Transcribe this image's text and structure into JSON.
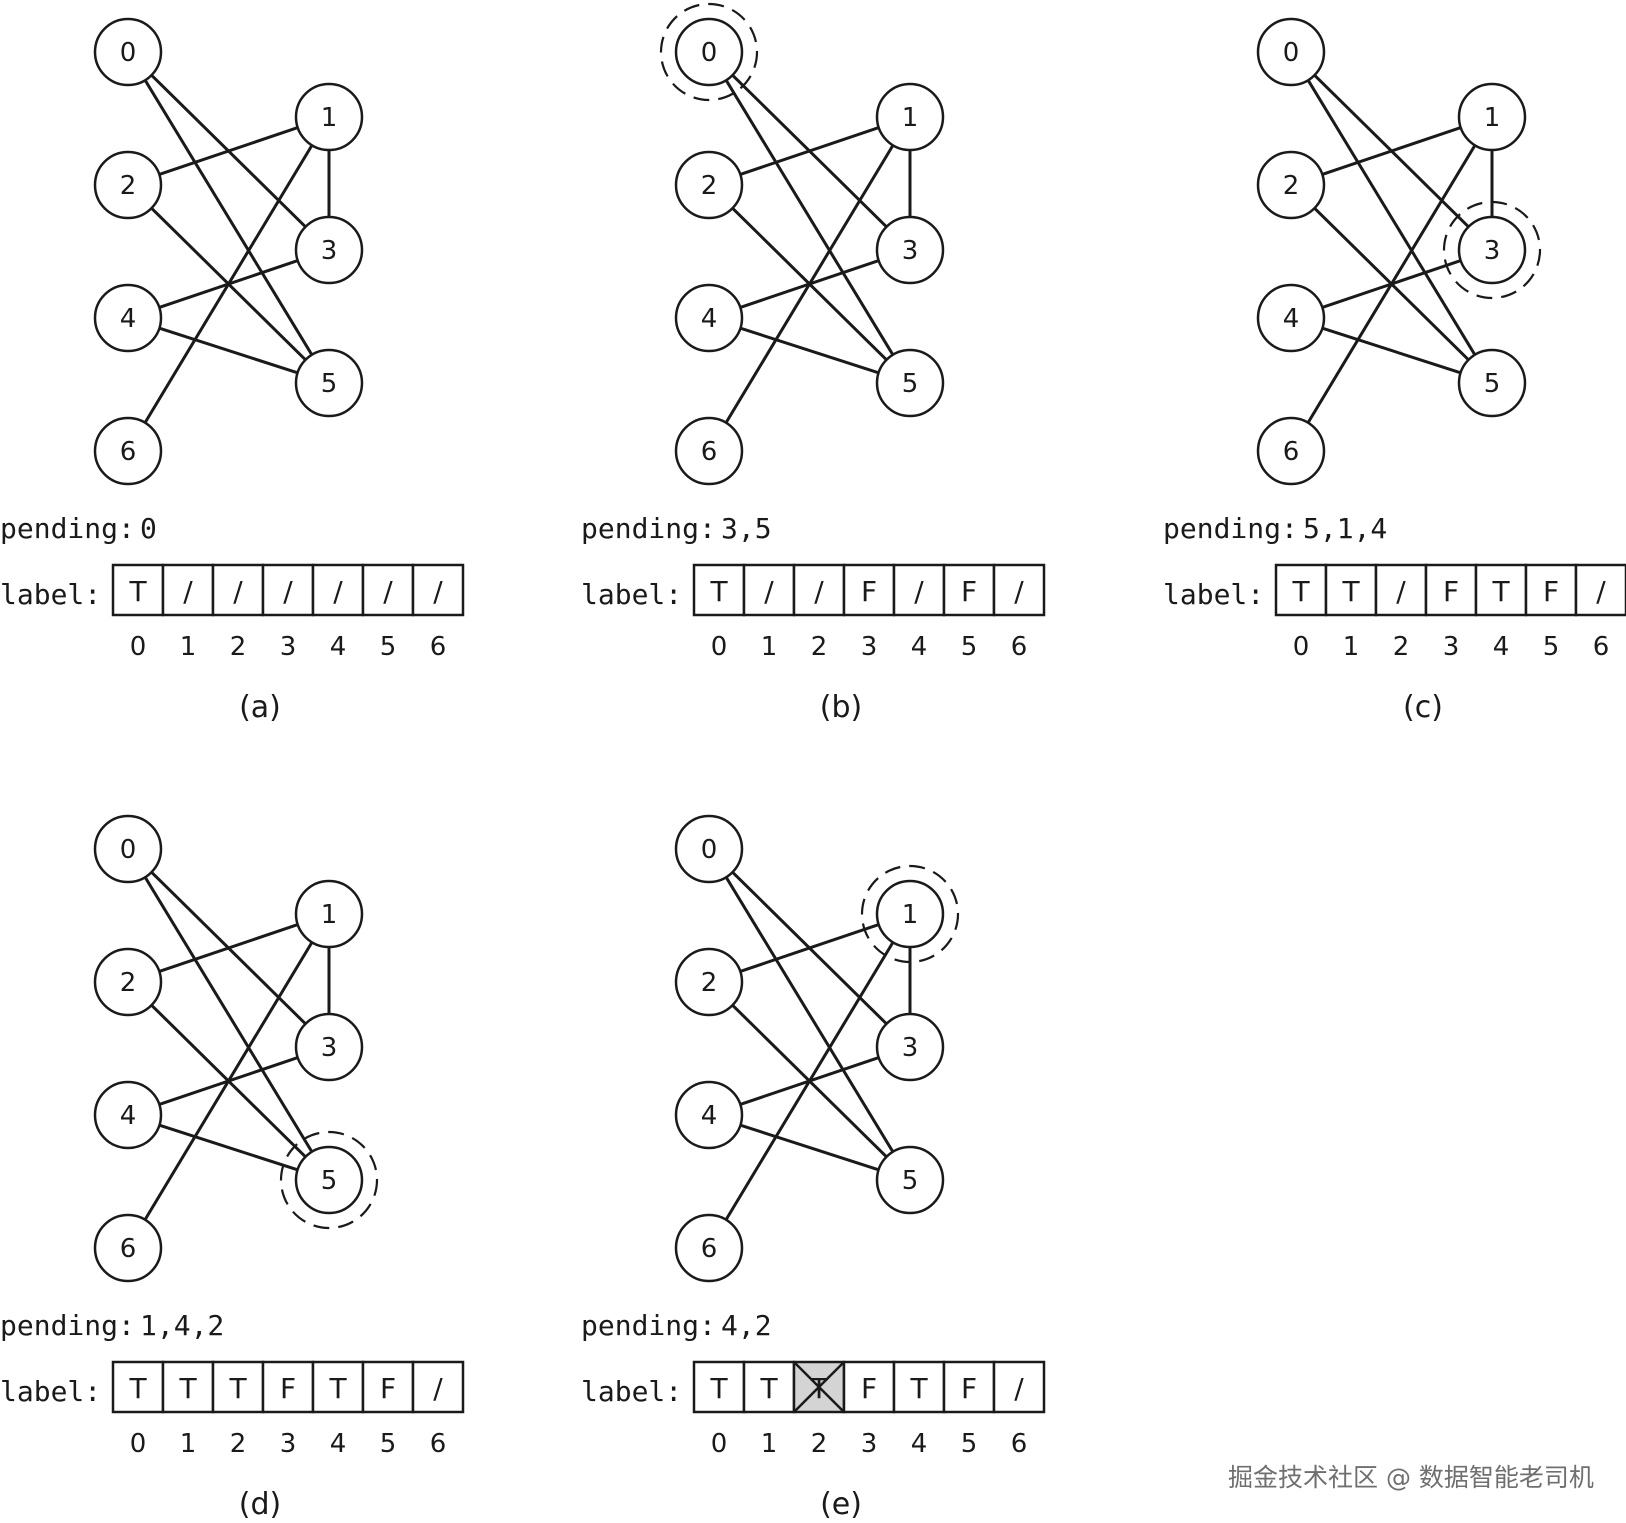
{
  "graph": {
    "nodes": [
      "0",
      "1",
      "2",
      "3",
      "4",
      "5",
      "6"
    ],
    "edges": [
      [
        "0",
        "3"
      ],
      [
        "0",
        "5"
      ],
      [
        "2",
        "1"
      ],
      [
        "2",
        "5"
      ],
      [
        "4",
        "3"
      ],
      [
        "4",
        "5"
      ],
      [
        "6",
        "1"
      ],
      [
        "1",
        "3"
      ]
    ]
  },
  "labels": {
    "pending_prefix": "pending:",
    "label_prefix": "label:",
    "indices": [
      "0",
      "1",
      "2",
      "3",
      "4",
      "5",
      "6"
    ]
  },
  "panels": [
    {
      "caption": "(a)",
      "pending": "0",
      "cells": [
        "T",
        "/",
        "/",
        "/",
        "/",
        "/",
        "/"
      ],
      "highlight_node": null,
      "conflict_cell": null
    },
    {
      "caption": "(b)",
      "pending": "3,5",
      "cells": [
        "T",
        "/",
        "/",
        "F",
        "/",
        "F",
        "/"
      ],
      "highlight_node": "0",
      "conflict_cell": null
    },
    {
      "caption": "(c)",
      "pending": "5,1,4",
      "cells": [
        "T",
        "T",
        "/",
        "F",
        "T",
        "F",
        "/"
      ],
      "highlight_node": "3",
      "conflict_cell": null
    },
    {
      "caption": "(d)",
      "pending": "1,4,2",
      "cells": [
        "T",
        "T",
        "T",
        "F",
        "T",
        "F",
        "/"
      ],
      "highlight_node": "5",
      "conflict_cell": null
    },
    {
      "caption": "(e)",
      "pending": "4,2",
      "cells": [
        "T",
        "T",
        "T",
        "F",
        "T",
        "F",
        "/"
      ],
      "highlight_node": "1",
      "conflict_cell": 2
    }
  ],
  "colors": {
    "stroke": "#1a1a1a",
    "conflict_fill": "#d4d4d4"
  },
  "watermark": "掘金技术社区 @ 数据智能老司机"
}
